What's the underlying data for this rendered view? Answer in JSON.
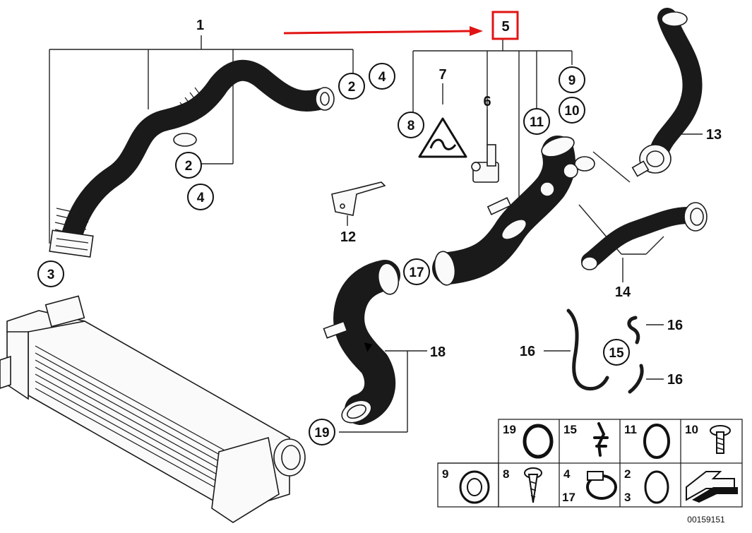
{
  "callouts": {
    "c1": "1",
    "c2a": "2",
    "c4a": "4",
    "c2b": "2",
    "c4b": "4",
    "c3": "3",
    "c5": "5",
    "c7": "7",
    "c6": "6",
    "c8": "8",
    "c11": "11",
    "c9": "9",
    "c10": "10",
    "c12": "12",
    "c13": "13",
    "c14": "14",
    "c17": "17",
    "c18": "18",
    "c19": "19",
    "c15": "15",
    "c16a": "16",
    "c16b": "16",
    "c16c": "16"
  },
  "highlight_color": "#e11414",
  "arrow_color": "#e11414",
  "legend": {
    "cells": [
      {
        "l1": "19",
        "l2": ""
      },
      {
        "l1": "15",
        "l2": ""
      },
      {
        "l1": "11",
        "l2": ""
      },
      {
        "l1": "10",
        "l2": ""
      },
      {
        "l1": "9",
        "l2": ""
      },
      {
        "l1": "8",
        "l2": ""
      },
      {
        "l1": "4",
        "l2": "17"
      },
      {
        "l1": "2",
        "l2": "3"
      }
    ]
  },
  "diagram_number": "00159151"
}
